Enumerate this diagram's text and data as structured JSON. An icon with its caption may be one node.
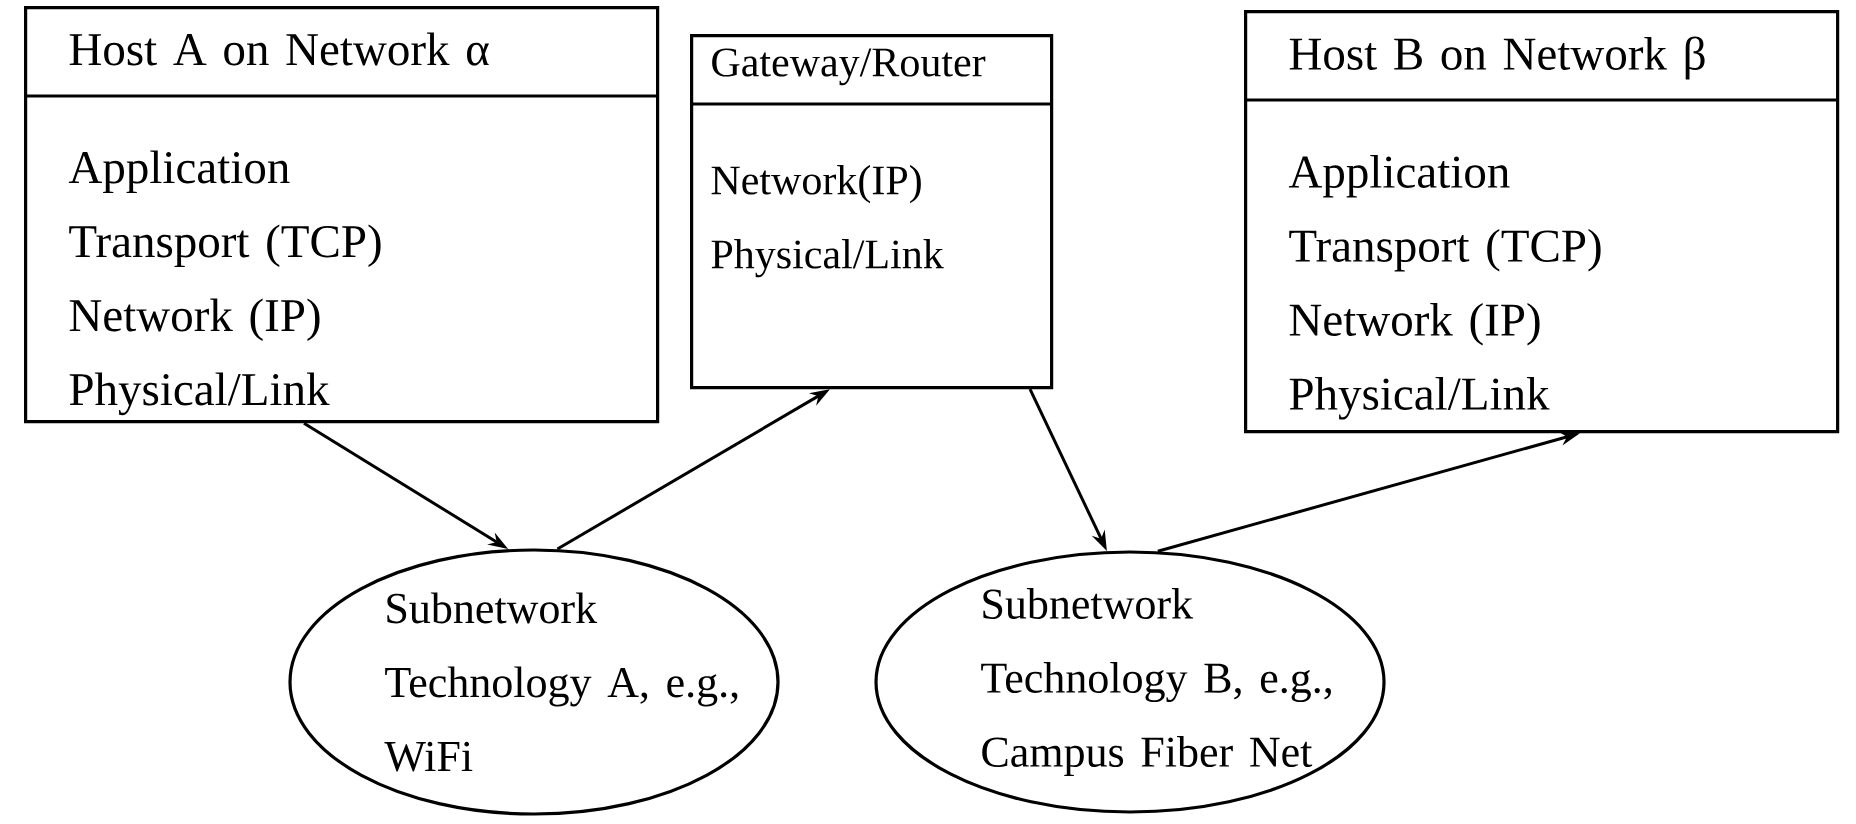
{
  "diagram": {
    "nodes": [
      {
        "text": [
          "Host A on Network α",
          "Application",
          "Transport (TCP)",
          "Network (IP)",
          "Physical/Link"
        ]
      },
      {
        "text": [
          "Gateway/Router",
          "Network(IP)",
          "Physical/Link"
        ]
      },
      {
        "text": [
          "Host B on Network β",
          "Application",
          "Transport (TCP)",
          "Network (IP)",
          "Physical/Link"
        ]
      },
      {
        "text": [
          "Subnetwork Technology A, e.g., WiFi"
        ]
      },
      {
        "text": [
          "Subnetwork Technology B, e.g., Campus Fiber Net"
        ]
      }
    ],
    "edges": [
      {
        "from": 0,
        "to": 3,
        "arrow": "to"
      },
      {
        "from": 3,
        "to": 1,
        "arrow": "to"
      },
      {
        "from": 1,
        "to": 4,
        "arrow": "to"
      },
      {
        "from": 4,
        "to": 2,
        "arrow": "to"
      }
    ]
  }
}
